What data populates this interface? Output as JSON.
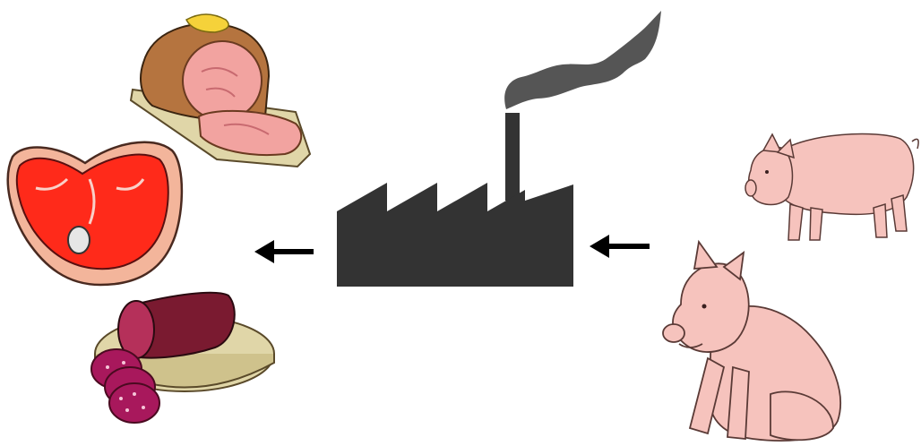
{
  "diagram": {
    "kind": "process-flow",
    "direction": "right-to-left",
    "nodes": [
      {
        "id": "pigs",
        "icons": [
          "standing-pig-icon",
          "sitting-pig-icon"
        ]
      },
      {
        "id": "factory",
        "icons": [
          "factory-icon",
          "smoke-icon"
        ]
      },
      {
        "id": "meat-products",
        "icons": [
          "ham-icon",
          "steak-icon",
          "salami-icon"
        ]
      }
    ],
    "edges": [
      {
        "from": "pigs",
        "to": "factory"
      },
      {
        "from": "factory",
        "to": "meat-products"
      }
    ]
  },
  "colors": {
    "factory": "#333333",
    "smoke": "#555555",
    "arrow": "#000000",
    "pig_skin": "#f6c3bd",
    "pig_outline": "#5a3a36",
    "steak_red": "#ff2a1a",
    "fat": "#f3b59b",
    "ham_pink": "#f2a3a0",
    "ham_rind": "#b5743f",
    "salami": "#a8185c",
    "board": "#e0d6a8"
  }
}
